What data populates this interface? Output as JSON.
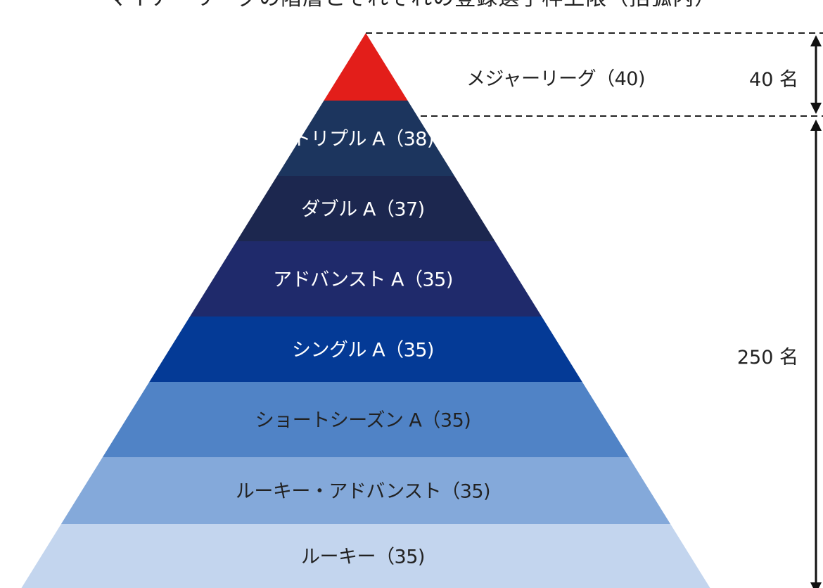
{
  "title": "マイナーリーグの階層とそれぞれの登録選手枠上限（括弧内）",
  "tiers": [
    {
      "label": "メジャーリーグ（40)",
      "color": "#e31e1a",
      "text_color": "#222222",
      "label_outside": true
    },
    {
      "label": "トリプル A（38)",
      "color": "#1c355e",
      "text_color": "#ffffff"
    },
    {
      "label": "ダブル A（37)",
      "color": "#1c274f",
      "text_color": "#ffffff"
    },
    {
      "label": "アドバンスト A（35)",
      "color": "#1f2a6b",
      "text_color": "#ffffff"
    },
    {
      "label": "シングル A（35)",
      "color": "#043a96",
      "text_color": "#ffffff"
    },
    {
      "label": "ショートシーズン A（35)",
      "color": "#5083c6",
      "text_color": "#222222"
    },
    {
      "label": "ルーキー・アドバンスト（35)",
      "color": "#84a9da",
      "text_color": "#222222"
    },
    {
      "label": "ルーキー（35)",
      "color": "#c3d5ee",
      "text_color": "#222222"
    }
  ],
  "brackets": [
    {
      "label": "40 名"
    },
    {
      "label": "250 名"
    }
  ]
}
